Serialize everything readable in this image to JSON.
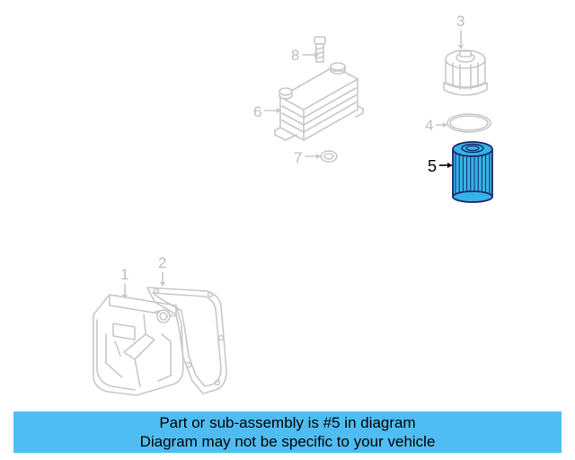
{
  "colors": {
    "banner_bg": "#4fbdf2",
    "highlight_fill": "#37b2e6",
    "highlight_stroke": "#1a2a6b",
    "ghost_line": "#c8c8c8",
    "text": "#000000"
  },
  "diagram": {
    "highlighted_part": "5",
    "callouts": [
      {
        "id": "1",
        "label": "1"
      },
      {
        "id": "2",
        "label": "2"
      },
      {
        "id": "3",
        "label": "3"
      },
      {
        "id": "4",
        "label": "4"
      },
      {
        "id": "5",
        "label": "5"
      },
      {
        "id": "6",
        "label": "6"
      },
      {
        "id": "7",
        "label": "7"
      },
      {
        "id": "8",
        "label": "8"
      }
    ]
  },
  "banner": {
    "line1": "Part or sub-assembly is #5 in diagram",
    "line2": "Diagram may not be specific to your vehicle"
  }
}
